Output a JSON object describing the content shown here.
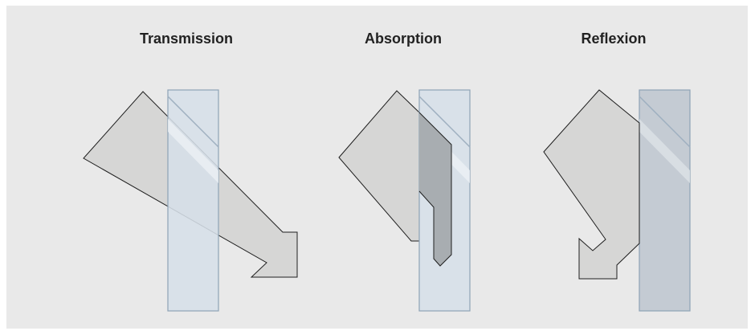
{
  "panels": [
    {
      "title": "Transmission"
    },
    {
      "title": "Absorption"
    },
    {
      "title": "Reflexion"
    }
  ],
  "colors": {
    "background": "#e9e9e9",
    "glass_clear": "#d6dfe8",
    "glass_tinted": "#c4cbd3",
    "glass_edge": "#8ea3b6",
    "arrow_fill": "#d6d6d5",
    "arrow_stroke": "#1e1e1e",
    "absorbed_fill": "#a8adb1",
    "highlight": "#eef2f5"
  }
}
